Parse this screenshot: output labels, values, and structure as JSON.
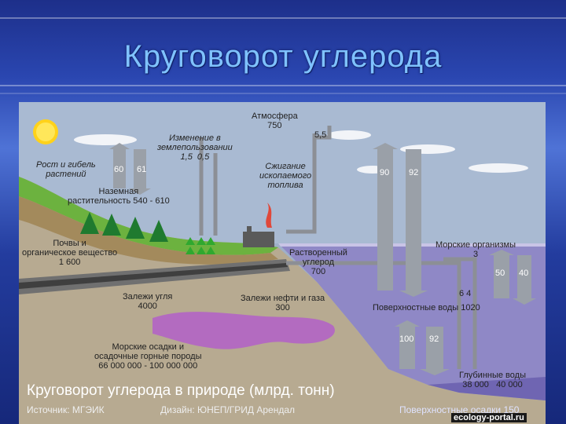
{
  "slide": {
    "title": "Круговорот углерода"
  },
  "diagram": {
    "atmosphere": "Атмосфера\n750",
    "land_use_change": "Изменение в\nземлепользовании\n1,5  0,5",
    "fossil_flux": "5,5",
    "plant_growth": "Рост и гибель\nрастений",
    "plant_flux_left": "60",
    "plant_flux_right": "61",
    "fuel_burning": "Сжигание\nископаемого\nтоплива",
    "ocean_flux_up": "90",
    "ocean_flux_down": "92",
    "vegetation": "Наземная\nрастительность 540 - 610",
    "soils": "Почвы и\nорганическое вещество\n1 600",
    "dissolved_carbon": "Растворенный\nуглерод\n700",
    "marine_organisms": "Морские организмы\n3",
    "marine_flux_left": "50",
    "marine_flux_right": "40",
    "small_flux": "6   4",
    "coal": "Залежи угля\n4000",
    "oil_gas": "Залежи нефти и газа\n300",
    "surface_waters": "Поверхностные воды 1020",
    "deep_flux_up": "100",
    "deep_flux_down": "92",
    "sediments": "Морские осадки и\nосадочные горные породы\n66 000 000 - 100 000 000",
    "deep_waters": "Глубинные воды\n38 000   40 000",
    "surface_sediments": "Поверхностные осадки 150"
  },
  "caption": "Круговорот углерода в природе (млрд. тонн)",
  "source": "Источник: МГЭИК",
  "design": "Дизайн: ЮНЕП/ГРИД Арендал",
  "watermark": "ecology-portal.ru",
  "colors": {
    "sky": "#9fb0c9",
    "ground": "#b8ab92",
    "ocean": "#8e86c4",
    "grass": "#6cb23f",
    "arrow": "#9aa0a8",
    "oil": "#b36bc0"
  }
}
